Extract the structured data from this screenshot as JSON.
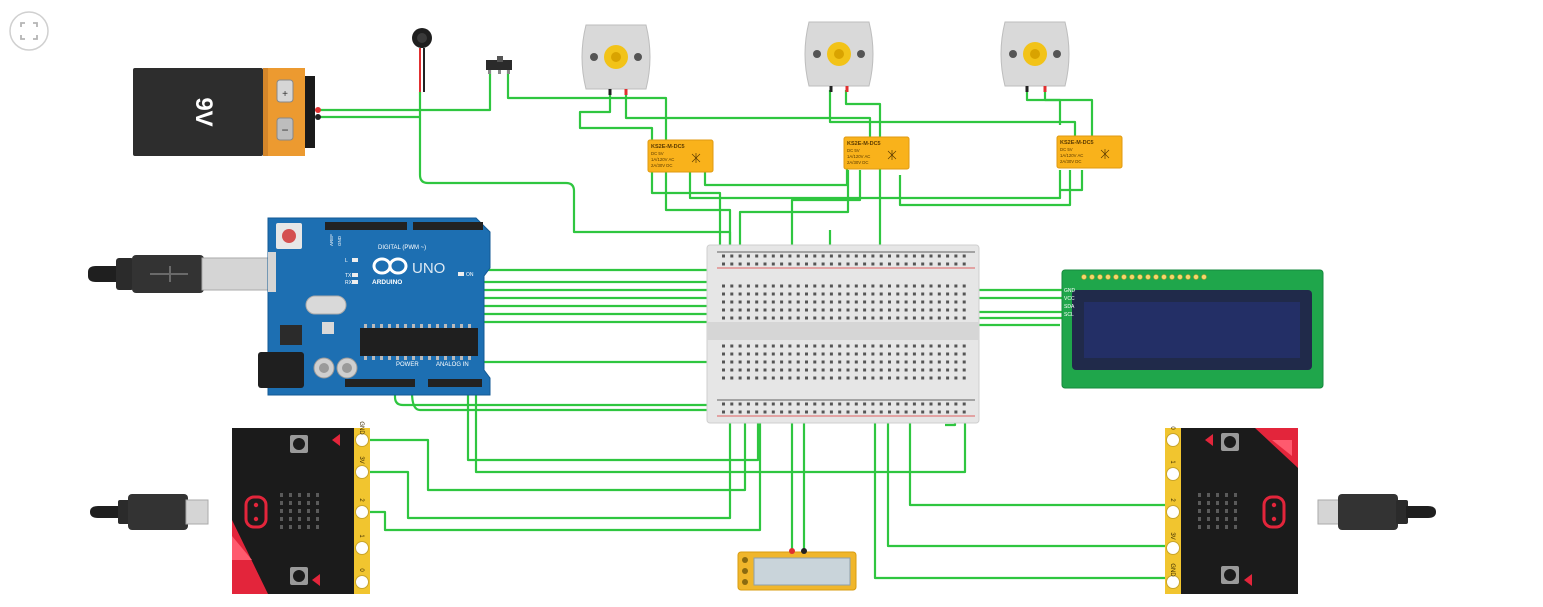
{
  "canvas": {
    "background": "#ffffff",
    "wire_color": "#2fc640",
    "red_lead": "#e03030",
    "black_lead": "#222222"
  },
  "battery": {
    "label": "9V",
    "plus": "+",
    "minus": "−"
  },
  "relays": [
    {
      "model": "KS2E-M-DC5",
      "line1": "DC 5V",
      "line2": "1A/120V AC",
      "line3": "2A/30V DC"
    },
    {
      "model": "KS2E-M-DC5",
      "line1": "DC 5V",
      "line2": "1A/120V AC",
      "line3": "2A/30V DC"
    },
    {
      "model": "KS2E-M-DC5",
      "line1": "DC 5V",
      "line2": "1A/120V AC",
      "line3": "2A/30V DC"
    }
  ],
  "arduino": {
    "brand": "ARDUINO",
    "model": "UNO",
    "digital_label": "DIGITAL (PWM ~)",
    "power_label": "POWER",
    "analog_label": "ANALOG IN",
    "aref": "AREF",
    "gnd": "GND",
    "tx": "TX",
    "rx": "RX",
    "l": "L",
    "on": "ON"
  },
  "lcd": {
    "pins": [
      "GND",
      "VCC",
      "SDA",
      "SCL"
    ]
  },
  "microbit_left": {
    "pins": [
      "GND",
      "3V",
      "2",
      "1",
      "0"
    ]
  },
  "microbit_right": {
    "pins": [
      "0",
      "1",
      "2",
      "3V",
      "GND"
    ]
  },
  "icons": [
    "fullscreen-icon",
    "usb-plug-icon",
    "arduino-logo-icon",
    "vibration-motor-icon",
    "slide-switch-icon",
    "dc-motor-icon"
  ]
}
